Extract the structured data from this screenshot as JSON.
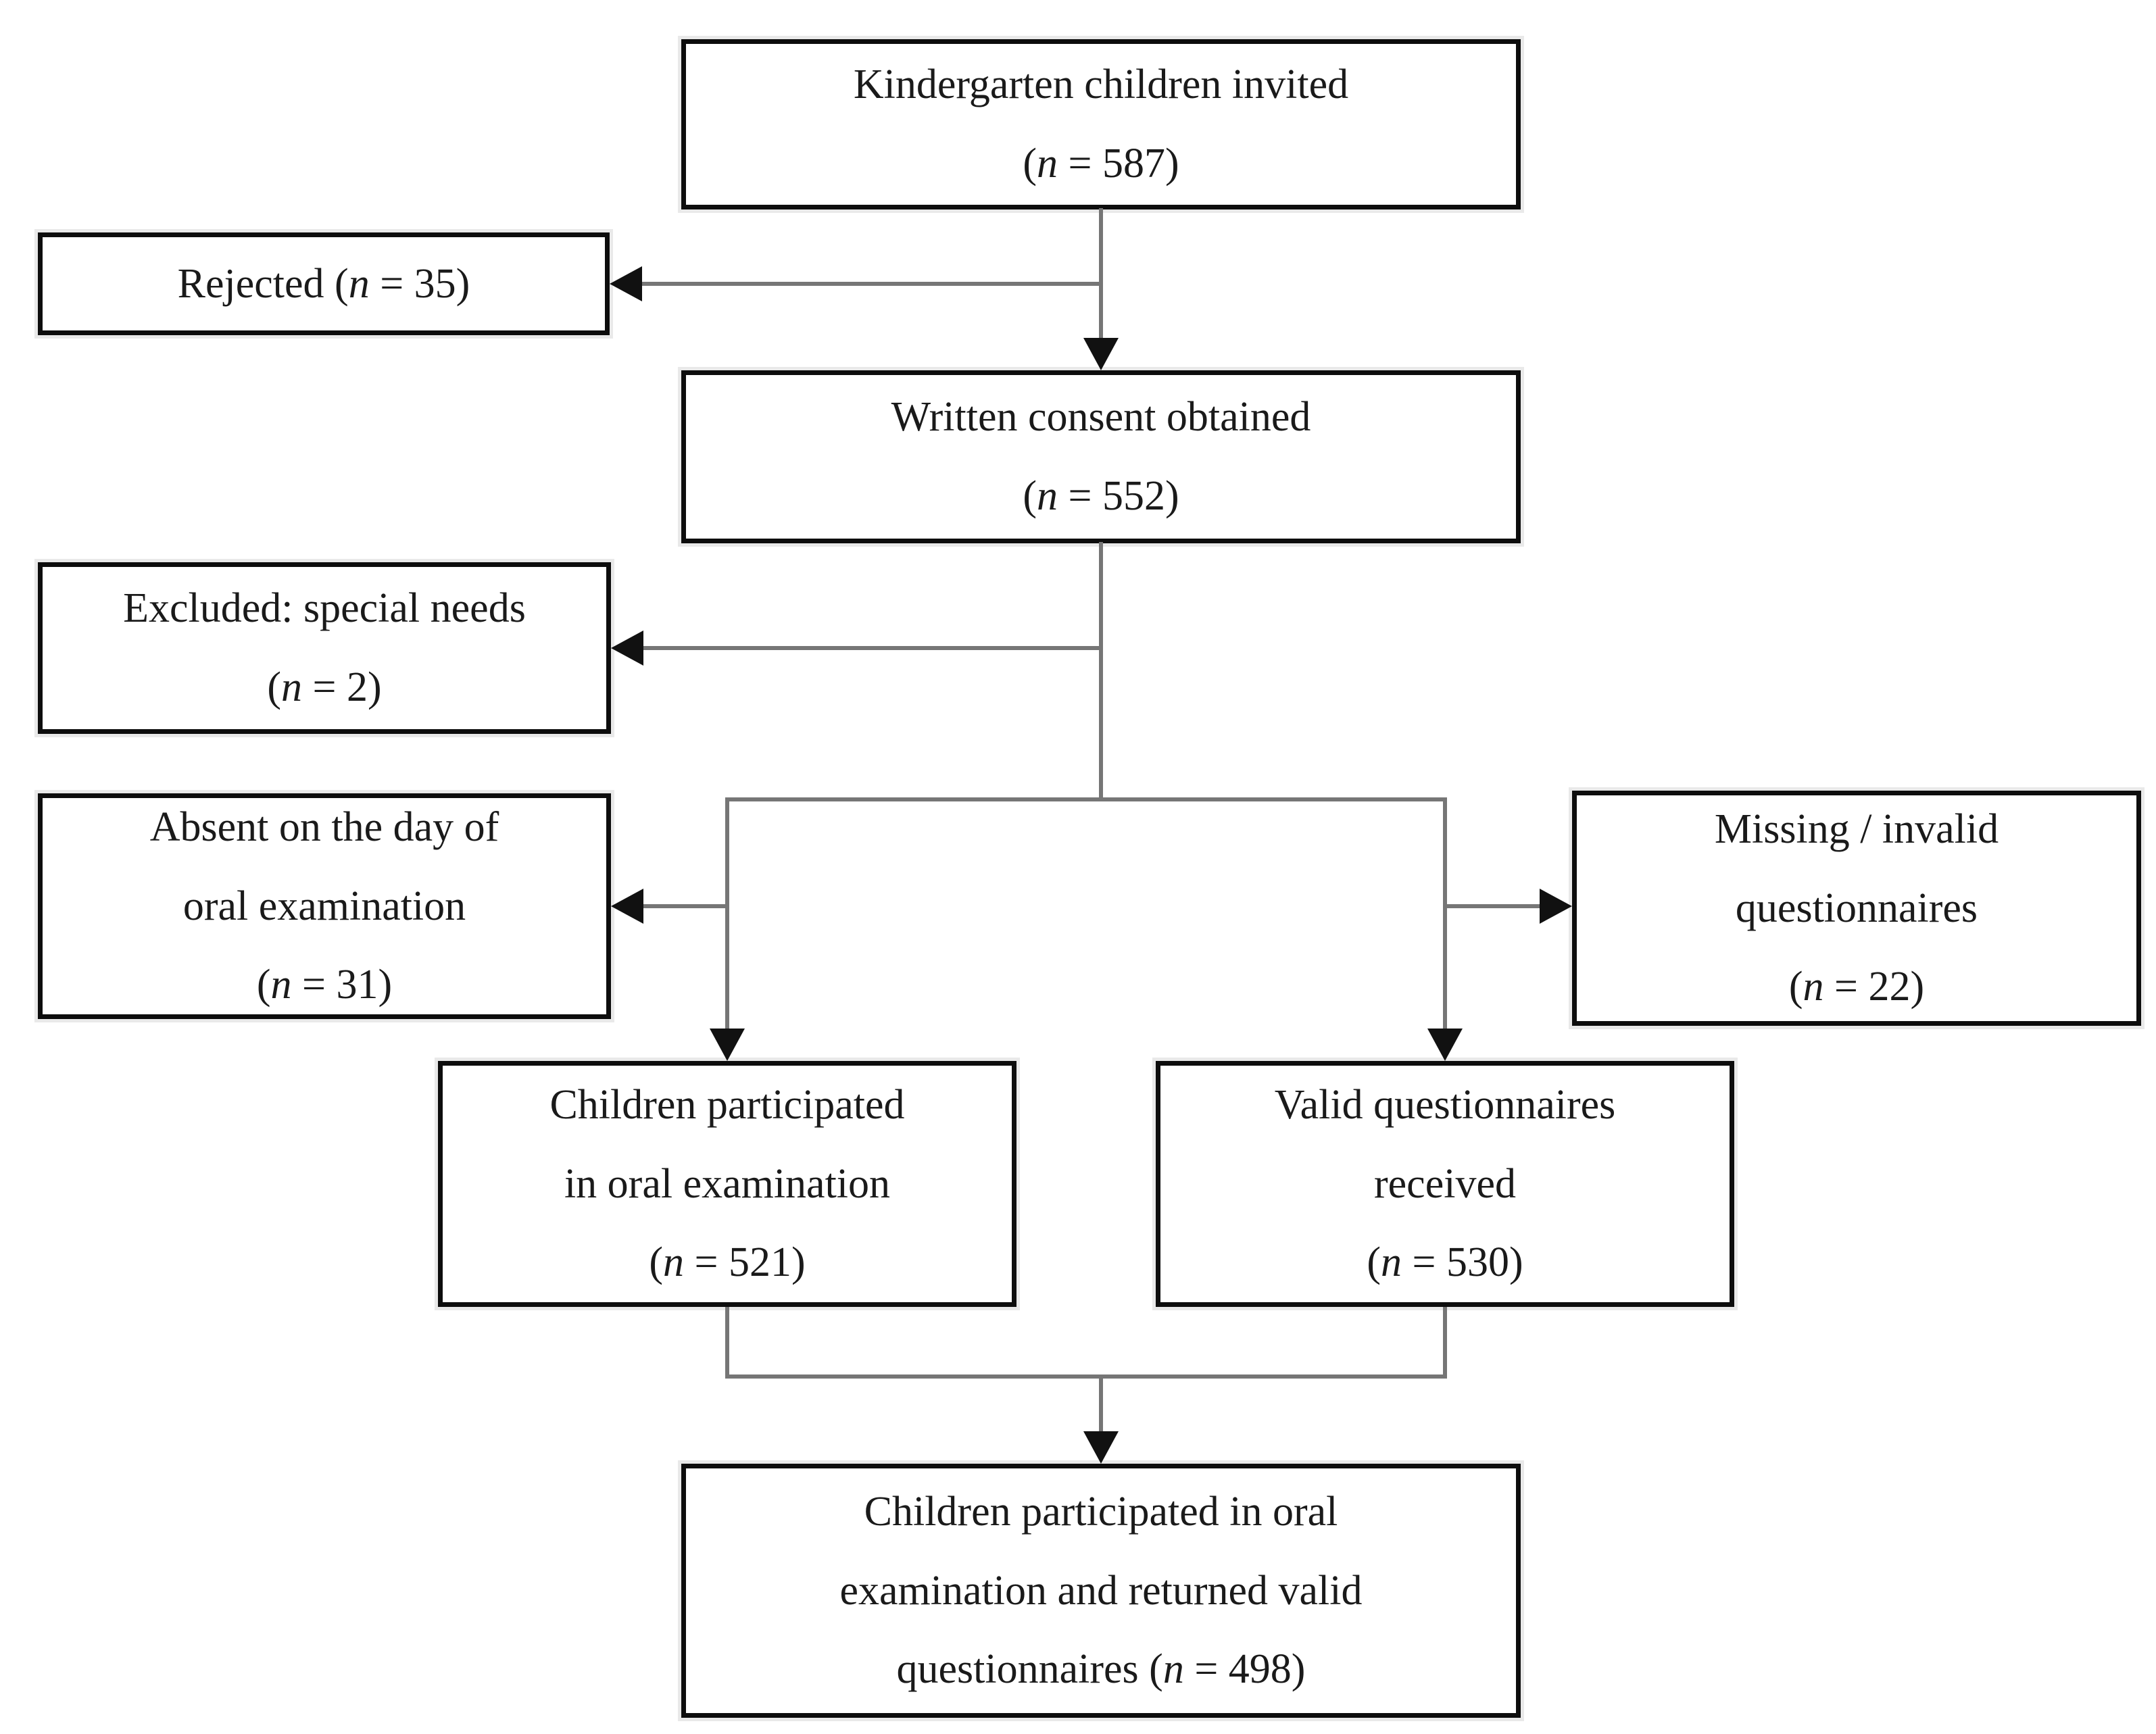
{
  "figure": {
    "type": "flowchart",
    "colors": {
      "background": "#ffffff",
      "box_border": "#0d0d0d",
      "line": "#767676",
      "arrow": "#111111",
      "text": "#1a1a1a"
    }
  },
  "boxes": {
    "invited": {
      "n": "587",
      "lines": [
        "Kindergarten children invited",
        "(n = 587)"
      ]
    },
    "rejected": {
      "n": "35",
      "lines": [
        "Rejected (n = 35)"
      ]
    },
    "consent": {
      "n": "552",
      "lines": [
        "Written consent obtained",
        "(n = 552)"
      ]
    },
    "excluded": {
      "n": "2",
      "lines": [
        "Excluded: special needs",
        "(n = 2)"
      ]
    },
    "absent": {
      "n": "31",
      "lines": [
        "Absent on the day of",
        "oral examination",
        "(n = 31)"
      ]
    },
    "missing": {
      "n": "22",
      "lines": [
        "Missing / invalid",
        "questionnaires",
        "(n = 22)"
      ]
    },
    "children": {
      "n": "521",
      "lines": [
        "Children participated",
        "in oral examination",
        "(n = 521)"
      ]
    },
    "valid": {
      "n": "530",
      "lines": [
        "Valid questionnaires",
        "received",
        "(n = 530)"
      ]
    },
    "final": {
      "n": "498",
      "lines": [
        "Children participated in oral",
        "examination and returned valid",
        "questionnaires (n = 498)"
      ]
    }
  }
}
